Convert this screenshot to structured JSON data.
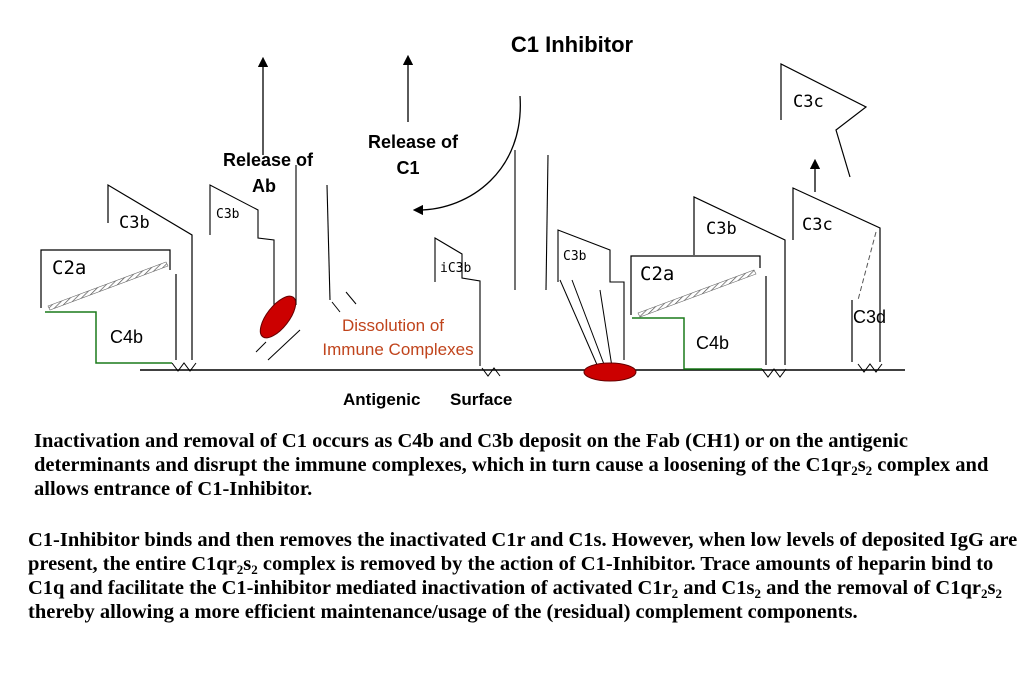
{
  "title": "C1 Inhibitor",
  "labels": {
    "release_ab": [
      "Release of",
      "Ab"
    ],
    "release_c1": [
      "Release of",
      "C1"
    ],
    "dissolution": [
      "Dissolution of",
      "Immune Complexes"
    ],
    "antigenic": "Antigenic",
    "surface": "Surface",
    "c2a_left": "C2a",
    "c3b_left": "C3b",
    "c4b_left": "C4b",
    "c3b_small_left": "C3b",
    "ic3b": "iC3b",
    "c3b_small_mid": "C3b",
    "c2a_right": "C2a",
    "c3b_right": "C3b",
    "c4b_right": "C4b",
    "c3c_mid": "C3c",
    "c3c_top": "C3c",
    "c3d": "C3d"
  },
  "colors": {
    "ab_fragment": "#cc0000",
    "c1_blob": "#cc0000",
    "dissolution_text": "#c0441c",
    "c4b_outline": "#1a7a1a"
  },
  "paragraph1": [
    {
      "t": "Inactivation and removal of C1 occurs as C4b and C3b deposit on the Fab (CH1) or on the antigenic determinants and disrupt the immune complexes, which in turn cause a loosening of the C1qr"
    },
    {
      "sub": "2"
    },
    {
      "t": "s"
    },
    {
      "sub": "2"
    },
    {
      "t": " complex and allows entrance of C1-Inhibitor."
    }
  ],
  "paragraph2": [
    {
      "t": "C1-Inhibitor binds and then removes the inactivated C1r and C1s.  However, when low levels of deposited IgG are present, the entire C1qr"
    },
    {
      "sub": "2"
    },
    {
      "t": "s"
    },
    {
      "sub": "2"
    },
    {
      "t": " complex is removed by the action of C1-Inhibitor.  Trace amounts of heparin bind to C1q and facilitate the C1-inhibitor mediated inactivation of activated C1r"
    },
    {
      "sub": "2"
    },
    {
      "t": " and C1s"
    },
    {
      "sub": "2"
    },
    {
      "t": " and the removal of C1qr"
    },
    {
      "sub": "2"
    },
    {
      "t": "s"
    },
    {
      "sub": "2"
    },
    {
      "t": " thereby allowing a more efficient maintenance/usage of the (residual) complement components."
    }
  ]
}
